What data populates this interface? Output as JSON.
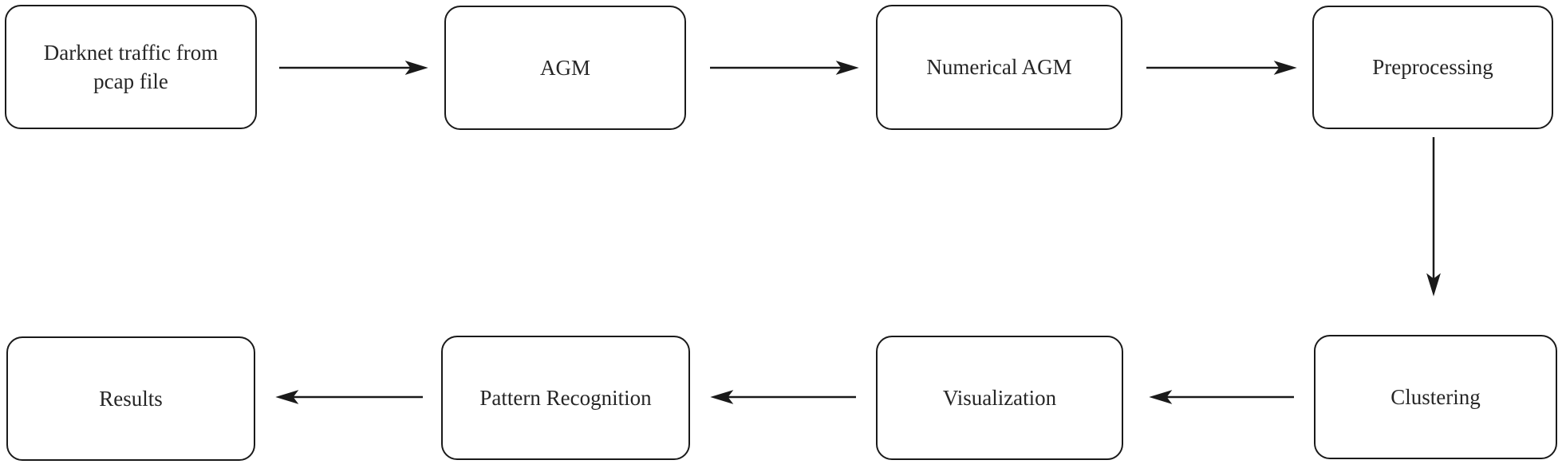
{
  "diagram": {
    "type": "flowchart",
    "nodes": [
      {
        "id": "darknet-traffic",
        "label": "Darknet traffic from pcap file"
      },
      {
        "id": "agm",
        "label": "AGM"
      },
      {
        "id": "numerical-agm",
        "label": "Numerical AGM"
      },
      {
        "id": "preprocessing",
        "label": "Preprocessing"
      },
      {
        "id": "clustering",
        "label": "Clustering"
      },
      {
        "id": "visualization",
        "label": "Visualization"
      },
      {
        "id": "pattern-recognition",
        "label": "Pattern Recognition"
      },
      {
        "id": "results",
        "label": "Results"
      }
    ],
    "edges": [
      {
        "from": "darknet-traffic",
        "to": "agm",
        "direction": "right"
      },
      {
        "from": "agm",
        "to": "numerical-agm",
        "direction": "right"
      },
      {
        "from": "numerical-agm",
        "to": "preprocessing",
        "direction": "right"
      },
      {
        "from": "preprocessing",
        "to": "clustering",
        "direction": "down"
      },
      {
        "from": "clustering",
        "to": "visualization",
        "direction": "left"
      },
      {
        "from": "visualization",
        "to": "pattern-recognition",
        "direction": "left"
      },
      {
        "from": "pattern-recognition",
        "to": "results",
        "direction": "left"
      }
    ],
    "colors": {
      "border": "#1a1a1a",
      "text": "#262626",
      "background": "#ffffff"
    }
  }
}
